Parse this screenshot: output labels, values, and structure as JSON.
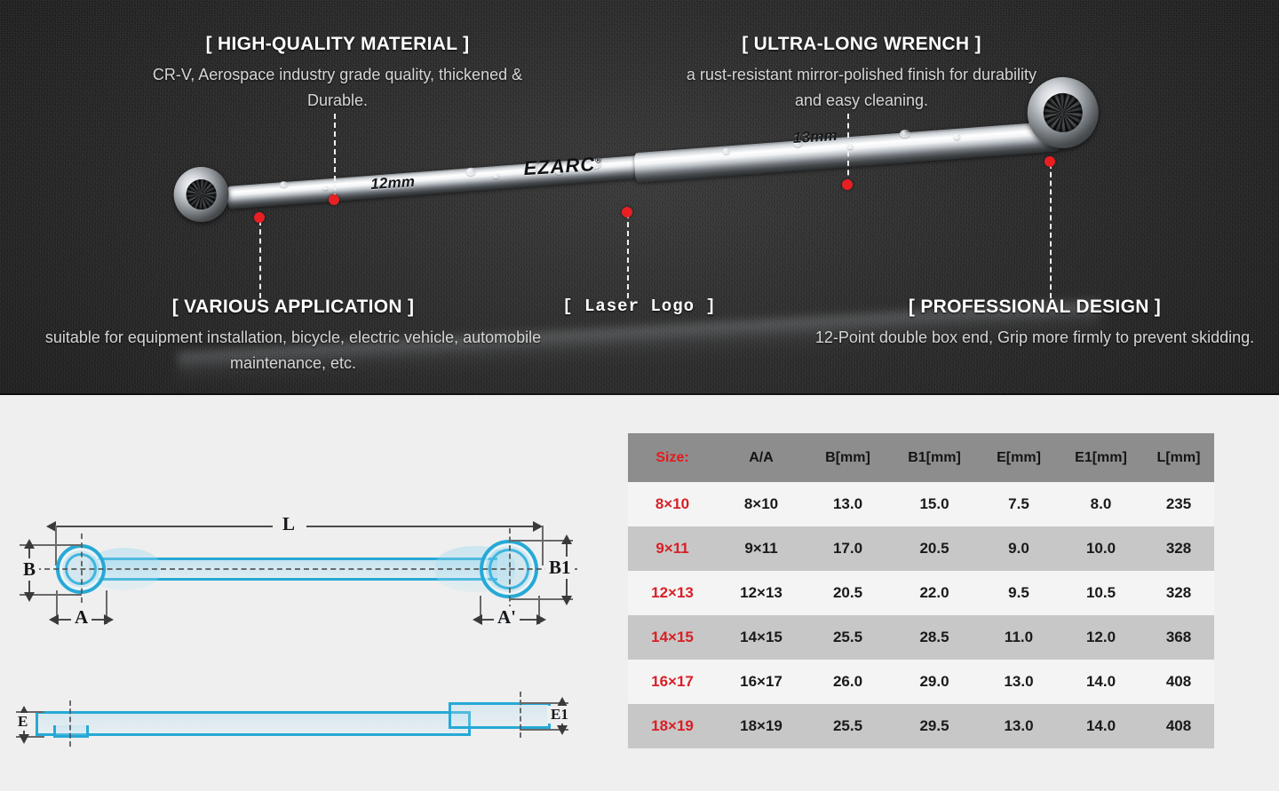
{
  "hero": {
    "callouts": [
      {
        "id": "material",
        "title": "[ HIGH-QUALITY MATERIAL ]",
        "desc": "CR-V, Aerospace industry grade quality, thickened & Durable."
      },
      {
        "id": "ultralong",
        "title": "[ ULTRA-LONG WRENCH ]",
        "desc": "a rust-resistant mirror-polished finish for durability and easy cleaning."
      },
      {
        "id": "various",
        "title": "[ VARIOUS APPLICATION ]",
        "desc": "suitable for equipment installation, bicycle, electric vehicle, automobile maintenance, etc."
      },
      {
        "id": "laser",
        "title": "[ Laser  Logo ]",
        "desc": ""
      },
      {
        "id": "professional",
        "title": "[ PROFESSIONAL DESIGN ]",
        "desc": "12-Point double box end, Grip more firmly to prevent skidding."
      }
    ],
    "product": {
      "size_mark_small": "12mm",
      "size_mark_large": "13mm",
      "brand": "EZARC",
      "brand_registered": "®"
    },
    "colors": {
      "background": "#2c2c2c",
      "title_text": "#ffffff",
      "body_text": "#d6d6d6",
      "marker_dot": "#e81f23",
      "leader_line": "#f0f0f0"
    }
  },
  "drawing": {
    "labels": {
      "length": "L",
      "b": "B",
      "b1": "B1",
      "a": "A",
      "a_prime": "A'",
      "e": "E",
      "e1": "E1"
    },
    "colors": {
      "outline": "#26a9d6",
      "dimension": "#4a4a4a",
      "background": "#efefef"
    }
  },
  "spec_table": {
    "columns": [
      "Size:",
      "A/A",
      "B[mm]",
      "B1[mm]",
      "E[mm]",
      "E1[mm]",
      "L[mm]"
    ],
    "rows": [
      {
        "size": "8×10",
        "aa": "8×10",
        "b": "13.0",
        "b1": "15.0",
        "e": "7.5",
        "e1": "8.0",
        "l": "235"
      },
      {
        "size": "9×11",
        "aa": "9×11",
        "b": "17.0",
        "b1": "20.5",
        "e": "9.0",
        "e1": "10.0",
        "l": "328"
      },
      {
        "size": "12×13",
        "aa": "12×13",
        "b": "20.5",
        "b1": "22.0",
        "e": "9.5",
        "e1": "10.5",
        "l": "328"
      },
      {
        "size": "14×15",
        "aa": "14×15",
        "b": "25.5",
        "b1": "28.5",
        "e": "11.0",
        "e1": "12.0",
        "l": "368"
      },
      {
        "size": "16×17",
        "aa": "16×17",
        "b": "26.0",
        "b1": "29.0",
        "e": "13.0",
        "e1": "14.0",
        "l": "408"
      },
      {
        "size": "18×19",
        "aa": "18×19",
        "b": "25.5",
        "b1": "29.5",
        "e": "13.0",
        "e1": "14.0",
        "l": "408"
      }
    ],
    "colors": {
      "header_bg": "#8d8d8d",
      "row_odd_bg": "#f4f4f4",
      "row_even_bg": "#c7c7c7",
      "size_text": "#d81f26",
      "value_text": "#1a1a1a"
    }
  }
}
